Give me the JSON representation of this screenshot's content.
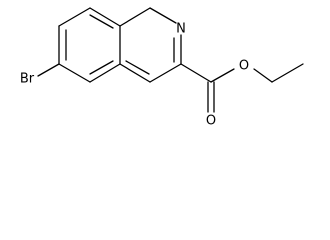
{
  "molecule": {
    "atoms": {
      "bromine": "Br",
      "nitrogen": "N",
      "carbonyl_oxygen": "O",
      "ester_oxygen": "O"
    },
    "colors": {
      "background": "#ffffff",
      "ink": "#000000"
    }
  }
}
